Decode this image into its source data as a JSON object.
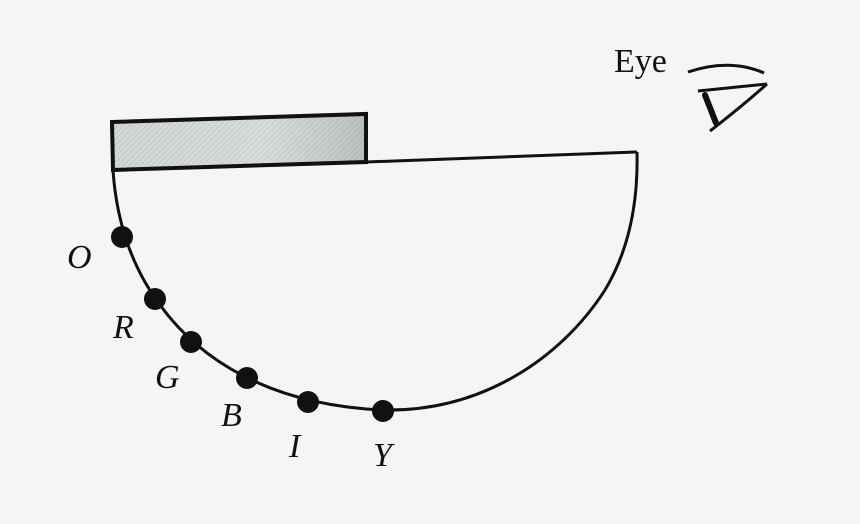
{
  "diagram": {
    "type": "physics-optics",
    "description": "Hemispherical container with a glass slab on top; coloured beads placed along the curved surface viewed by an eye",
    "eye_label": "Eye",
    "slab": {
      "label": "",
      "fill": "#cfd3d3"
    },
    "points": [
      {
        "id": "O",
        "label": "O"
      },
      {
        "id": "R",
        "label": "R"
      },
      {
        "id": "G",
        "label": "G"
      },
      {
        "id": "B",
        "label": "B"
      },
      {
        "id": "I",
        "label": "I"
      },
      {
        "id": "Y",
        "label": "Y"
      }
    ]
  },
  "colors": {
    "background": "#f5f5f5",
    "stroke": "#111111",
    "slab_fill": "#cfd3d3"
  }
}
